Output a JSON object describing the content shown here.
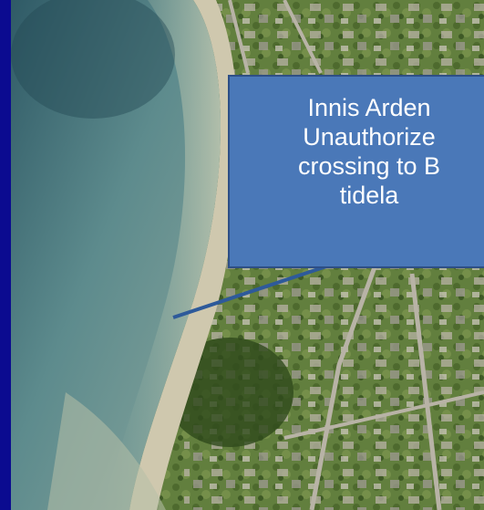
{
  "callout": {
    "lines": [
      "Innis Arden",
      "Unauthorize",
      "crossing to B",
      "tidela"
    ]
  },
  "colors": {
    "frame": "#0b0b90",
    "callout_fill": "#4a78b8",
    "callout_border": "#2e4f86",
    "callout_text": "#ffffff",
    "water": "#5f8a8a",
    "beach": "#c9c3ab",
    "land": "#5f7d3c"
  }
}
